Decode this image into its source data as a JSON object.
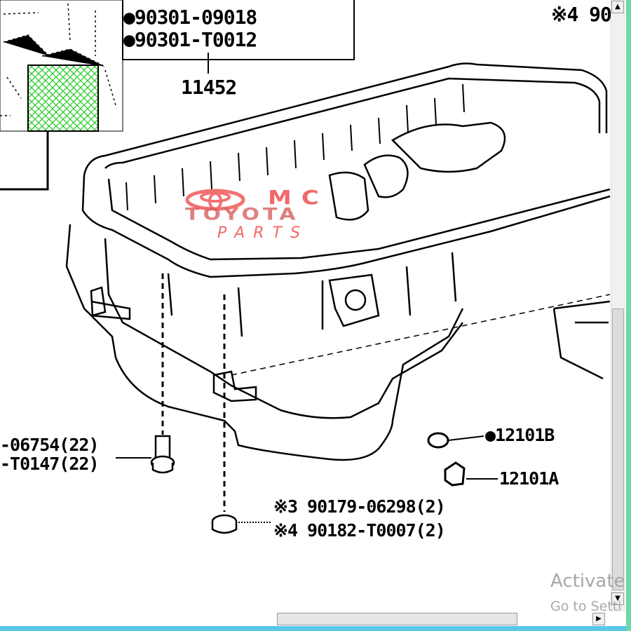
{
  "diagram": {
    "bolt_labels_top": [
      "●90301-09018",
      "●90301-T0012"
    ],
    "main_part": "11452",
    "top_right_label": "※4 90",
    "left_bolt_labels": [
      "-06754(22)",
      "-T0147(22)"
    ],
    "nut_labels": [
      "※3 90179-06298(2)",
      "※4 90182-T0007(2)"
    ],
    "gasket_label": "●12101B",
    "plug_label": "12101A",
    "thumbnail_highlight_color": "#22cc22"
  },
  "logo": {
    "line1": "MC",
    "line2": "TOYOTA",
    "line3": "PARTS",
    "color": "#f05050"
  },
  "watermark": {
    "line1": "Activate",
    "line2": "Go to Setti"
  },
  "scrollbars": {
    "up_icon": "▲",
    "down_icon": "▼",
    "right_icon": "▶"
  }
}
